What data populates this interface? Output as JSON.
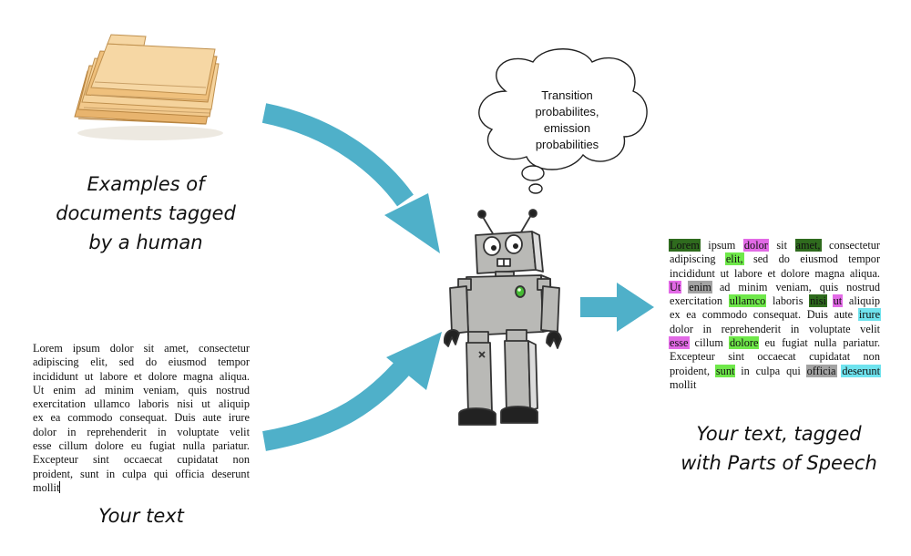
{
  "captions": {
    "examples": [
      "Examples of",
      "documents tagged",
      "by a human"
    ],
    "your_text": "Your text",
    "tagged": [
      "Your text, tagged",
      "with Parts of Speech"
    ]
  },
  "thought": [
    "Transition",
    "probabilites,",
    "emission",
    "probabilities"
  ],
  "input_text_lines": [
    "Lorem ipsum dolor sit amet, consectetur",
    "adipiscing elit, sed do eiusmod tempor",
    "incididunt ut labore et dolore magna aliqua.",
    "Ut enim ad minim veniam, quis nostrud",
    "exercitation ullamco laboris nisi ut aliquip",
    "ex ea commodo consequat. Duis aute irure",
    "dolor in reprehenderit in voluptate velit",
    "esse cillum dolore eu fugiat nulla pariatur.",
    "Excepteur sint occaecat cupidatat non",
    "proident, sunt in culpa qui officia deserunt",
    "mollit"
  ],
  "tagged_text_lines": [
    [
      {
        "t": "Lorem",
        "tag": "dkgreen"
      },
      {
        "t": "ipsum"
      },
      {
        "t": "dolor",
        "tag": "magenta"
      },
      {
        "t": "sit"
      },
      {
        "t": "amet,",
        "tag": "dkgreen"
      },
      {
        "t": "consectetur"
      }
    ],
    [
      {
        "t": "adipiscing"
      },
      {
        "t": "elit,",
        "tag": "green"
      },
      {
        "t": "sed"
      },
      {
        "t": "do"
      },
      {
        "t": "eiusmod"
      },
      {
        "t": "tempor"
      }
    ],
    [
      {
        "t": "incididunt"
      },
      {
        "t": "ut"
      },
      {
        "t": "labore"
      },
      {
        "t": "et"
      },
      {
        "t": "dolore"
      },
      {
        "t": "magna"
      },
      {
        "t": "aliqua."
      }
    ],
    [
      {
        "t": "Ut",
        "tag": "magenta"
      },
      {
        "t": "enim",
        "tag": "gray"
      },
      {
        "t": "ad"
      },
      {
        "t": "minim"
      },
      {
        "t": "veniam,"
      },
      {
        "t": "quis"
      },
      {
        "t": "nostrud"
      }
    ],
    [
      {
        "t": "exercitation"
      },
      {
        "t": "ullamco",
        "tag": "green"
      },
      {
        "t": "laboris"
      },
      {
        "t": "nisi",
        "tag": "dkgreen"
      },
      {
        "t": "ut",
        "tag": "magenta"
      },
      {
        "t": "aliquip"
      }
    ],
    [
      {
        "t": "ex"
      },
      {
        "t": "ea"
      },
      {
        "t": "commodo"
      },
      {
        "t": "consequat."
      },
      {
        "t": "Duis"
      },
      {
        "t": "aute"
      },
      {
        "t": "irure",
        "tag": "cyan"
      }
    ],
    [
      {
        "t": "dolor"
      },
      {
        "t": "in"
      },
      {
        "t": "reprehenderit"
      },
      {
        "t": "in"
      },
      {
        "t": "voluptate"
      },
      {
        "t": "velit"
      }
    ],
    [
      {
        "t": "esse",
        "tag": "magenta"
      },
      {
        "t": "cillum"
      },
      {
        "t": "dolore",
        "tag": "green"
      },
      {
        "t": "eu"
      },
      {
        "t": "fugiat"
      },
      {
        "t": "nulla"
      },
      {
        "t": "pariatur."
      }
    ],
    [
      {
        "t": "Excepteur"
      },
      {
        "t": "sint"
      },
      {
        "t": "occaecat"
      },
      {
        "t": "cupidatat"
      },
      {
        "t": "non"
      }
    ],
    [
      {
        "t": "proident,"
      },
      {
        "t": "sunt",
        "tag": "green"
      },
      {
        "t": "in"
      },
      {
        "t": "culpa"
      },
      {
        "t": "qui"
      },
      {
        "t": "officia",
        "tag": "gray"
      },
      {
        "t": "deserunt",
        "tag": "cyan"
      }
    ],
    [
      {
        "t": "mollit"
      }
    ]
  ],
  "tag_colors": {
    "dkgreen": "#2f6b1e",
    "magenta": "#e26ae6",
    "green": "#6fe84a",
    "gray": "#a3a3a3",
    "cyan": "#6fe3ee"
  },
  "colors": {
    "arrow": "#4fb0c9",
    "robot_body": "#b9b9b6",
    "robot_shadow": "#dcdcdc",
    "robot_outline": "#333333",
    "folder": "#f0c58a"
  }
}
